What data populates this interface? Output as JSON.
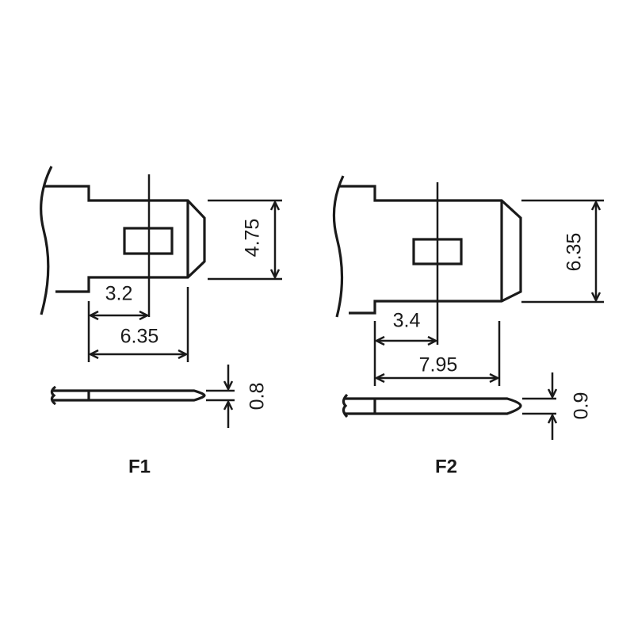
{
  "terminals": [
    {
      "name": "F1",
      "width_tab": "4.75",
      "hole_offset": "3.2",
      "tab_length": "6.35",
      "thickness": "0.8"
    },
    {
      "name": "F2",
      "width_tab": "6.35",
      "hole_offset": "3.4",
      "tab_length": "7.95",
      "thickness": "0.9"
    }
  ],
  "colors": {
    "ink": "#1a1a1a",
    "background": "#ffffff"
  }
}
